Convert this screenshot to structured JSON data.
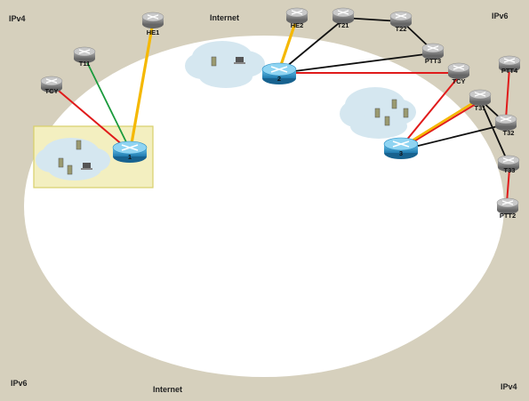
{
  "labels": {
    "corner_top_left": "IPv4",
    "corner_top_center": "Internet",
    "corner_top_right": "IPv6",
    "corner_bottom_left": "IPv6",
    "corner_bottom_center": "Internet",
    "corner_bottom_right": "IPv4"
  },
  "routers": {
    "he1": "HE1",
    "he2": "HE2",
    "t11": "T11",
    "tcy_left": "TCY",
    "t21": "T21",
    "t22": "T22",
    "ptt3": "PTT3",
    "tcy_right": "TCY",
    "ptt4": "PTT4",
    "t31": "T31",
    "t32": "T32",
    "t33": "T33",
    "ptt2": "PTT2"
  },
  "hubs": {
    "hub1": "1",
    "hub2": "2",
    "hub3": "3"
  },
  "colors": {
    "background": "#d6d0bd",
    "ellipse": "#ffffff",
    "cloud": "#d5e7f0",
    "highlight_box": "#f3efc0",
    "link_red": "#e01b1b",
    "link_green": "#1a9a3c",
    "link_yellow": "#f5b800",
    "link_black": "#111111",
    "router_gray": "#8a8a8a",
    "hub_blue": "#2b8fc4"
  }
}
